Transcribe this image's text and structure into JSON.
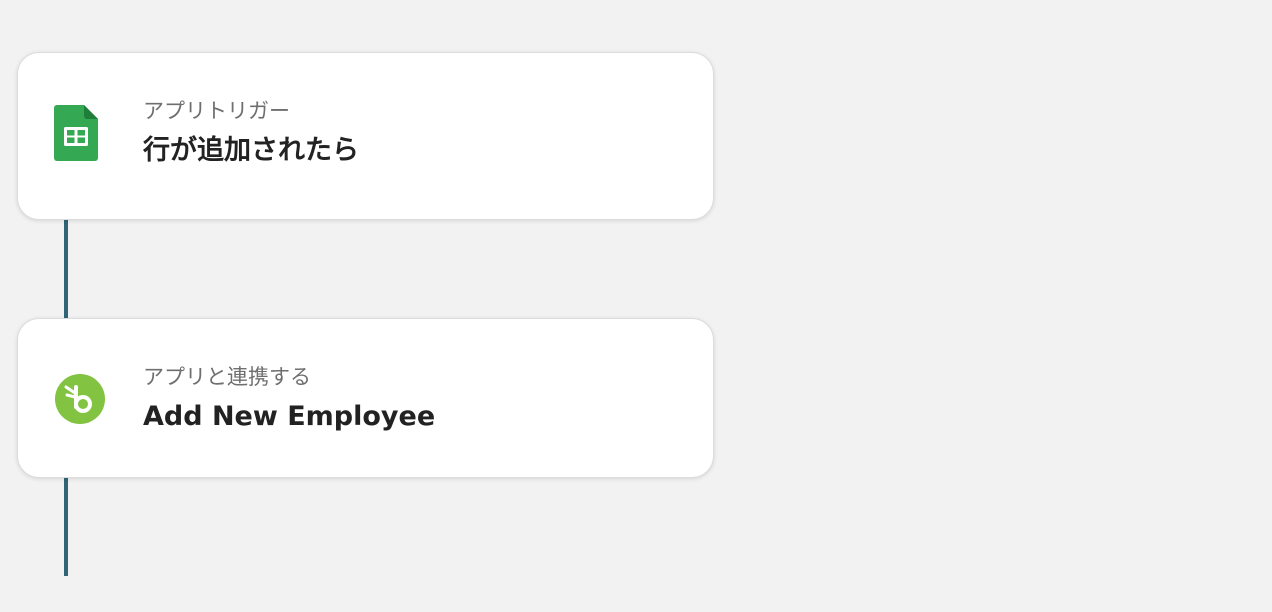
{
  "flow": {
    "steps": [
      {
        "category": "アプリトリガー",
        "title": "行が追加されたら",
        "icon": "google-sheets-icon",
        "icon_color": "#34a853"
      },
      {
        "category": "アプリと連携する",
        "title": "Add New Employee",
        "icon": "bamboohr-icon",
        "icon_color": "#82c341"
      }
    ],
    "connector_color": "#2f6577"
  }
}
